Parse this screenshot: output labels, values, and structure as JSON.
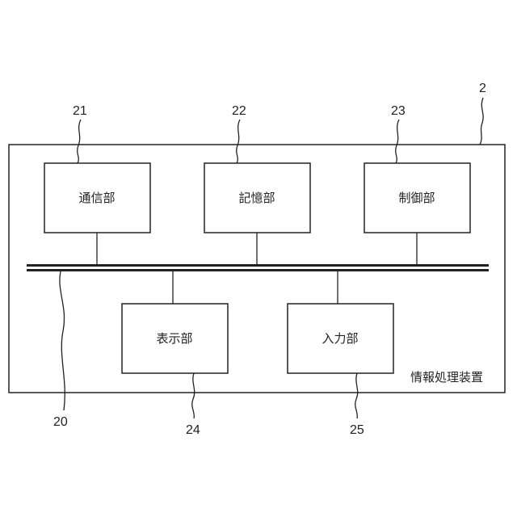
{
  "device": {
    "ref": "2",
    "label": "情報処理装置"
  },
  "bus": {
    "ref": "20"
  },
  "blocks": [
    {
      "ref": "21",
      "label": "通信部"
    },
    {
      "ref": "22",
      "label": "記憶部"
    },
    {
      "ref": "23",
      "label": "制御部"
    },
    {
      "ref": "24",
      "label": "表示部"
    },
    {
      "ref": "25",
      "label": "入力部"
    }
  ],
  "colors": {
    "stroke": "#222222",
    "background": "#ffffff"
  }
}
